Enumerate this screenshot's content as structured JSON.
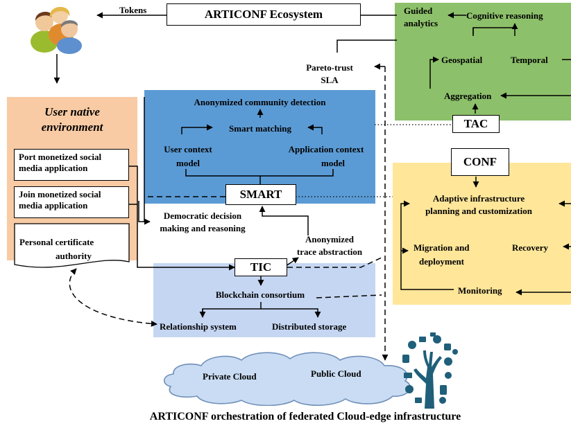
{
  "ecosystem": {
    "title": "ARTICONF Ecosystem",
    "tokens": "Tokens"
  },
  "colors": {
    "user_panel": "#F8CBA4",
    "smart_panel": "#5B9BD5",
    "tic_panel": "#C5D6F2",
    "tac_panel": "#8DC06A",
    "conf_panel": "#FFE699",
    "cloud_fill": "#C9DCF3",
    "cloud_stroke": "#6F8FB8"
  },
  "user_env": {
    "title_line1": "User native",
    "title_line2": "environment",
    "port_line1": "Port monetized social",
    "port_line2": "media application",
    "join_line1": "Join monetized social",
    "join_line2": "media application",
    "cert_line1": "Personal certificate",
    "cert_line2": "authority"
  },
  "smart": {
    "label": "SMART",
    "community": "Anonymized community detection",
    "matching": "Smart matching",
    "user_ctx_line1": "User context",
    "user_ctx_line2": "model",
    "app_ctx_line1": "Application context",
    "app_ctx_line2": "model",
    "democratic_line1": "Democratic decision",
    "democratic_line2": "making and reasoning",
    "trace_line1": "Anonymized",
    "trace_line2": "trace abstraction"
  },
  "tic": {
    "label": "TIC",
    "blockchain": "Blockchain consortium",
    "relationship": "Relationship system",
    "storage": "Distributed storage"
  },
  "tac": {
    "label": "TAC",
    "guided_line1": "Guided",
    "guided_line2": "analytics",
    "cognitive": "Cognitive reasoning",
    "geospatial": "Geospatial",
    "temporal": "Temporal",
    "aggregation": "Aggregation"
  },
  "pareto": {
    "line1": "Pareto-trust",
    "line2": "SLA"
  },
  "conf": {
    "label": "CONF",
    "adaptive_line1": "Adaptive infrastructure",
    "adaptive_line2": "planning and customization",
    "migration_line1": "Migration and",
    "migration_line2": "deployment",
    "recovery": "Recovery",
    "monitoring": "Monitoring"
  },
  "cloud": {
    "private": "Private Cloud",
    "public": "Public Cloud",
    "caption": "ARTICONF orchestration of federated Cloud-edge infrastructure"
  },
  "icons": {
    "users": "users-group-icon",
    "tree": "technology-tree-icon"
  }
}
